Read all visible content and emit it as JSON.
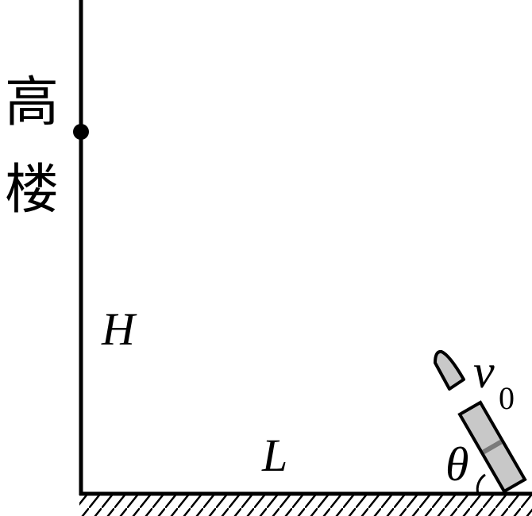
{
  "building": {
    "char_top": "高",
    "char_bottom": "楼"
  },
  "labels": {
    "height": "H",
    "distance": "L",
    "velocity": "v",
    "velocity_subscript": "0",
    "angle": "θ"
  },
  "colors": {
    "line": "#000000",
    "projectile_fill": "#c8c8c8",
    "launcher_fill": "#c8c8c8",
    "launcher_band": "#7a7a7a",
    "background": "#ffffff"
  }
}
